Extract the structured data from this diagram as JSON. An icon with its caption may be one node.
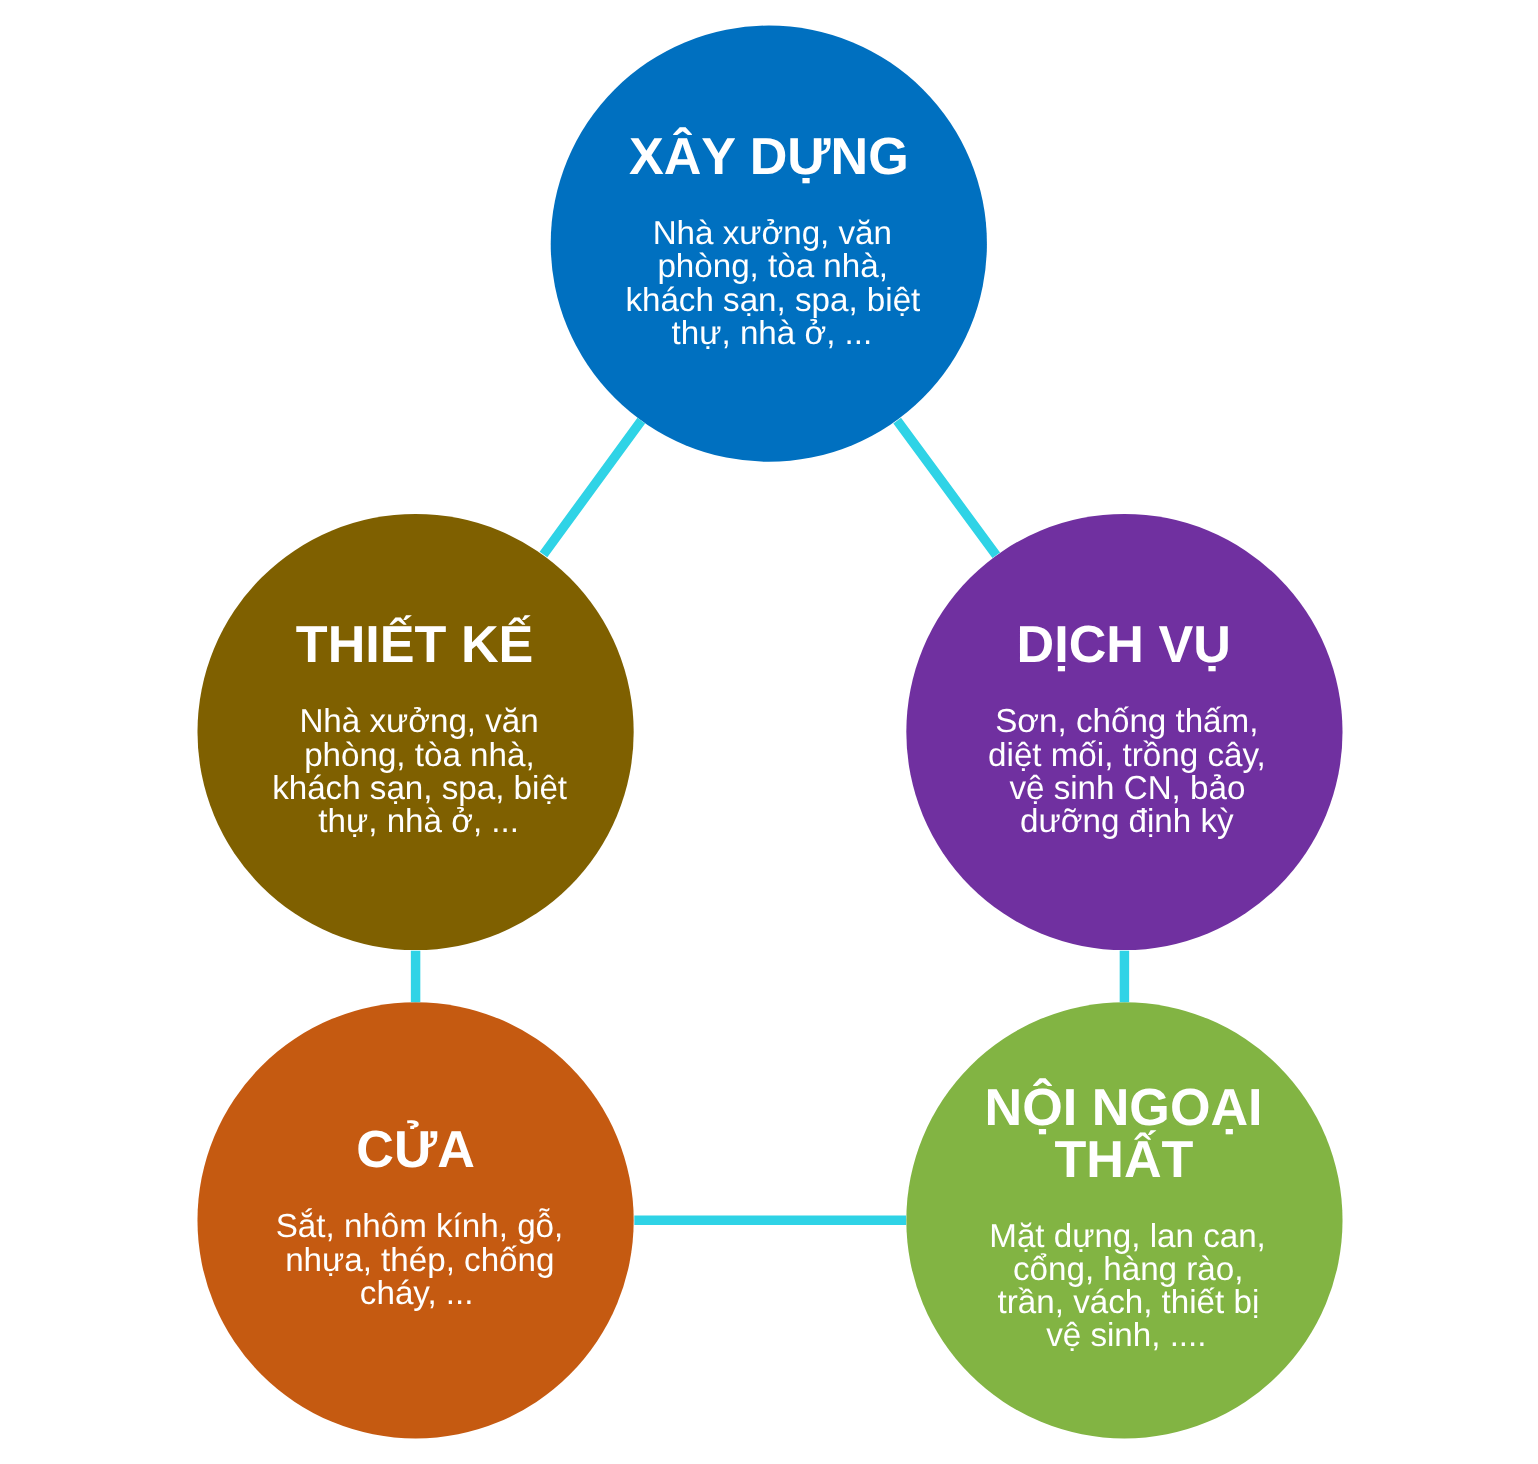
{
  "diagram": {
    "nodes": [
      {
        "text": [
          "XÂY DỰNG",
          "Nhà xưởng, văn phòng, tòa nhà, khách sạn, spa, biệt thự, nhà ở, ..."
        ]
      },
      {
        "text": [
          "THIẾT KẾ",
          "Nhà xưởng, văn phòng, tòa nhà, khách sạn, spa, biệt thự, nhà ở, ..."
        ]
      },
      {
        "text": [
          "DỊCH VỤ",
          "Sơn, chống thấm, diệt mối, trồng cây, vệ sinh CN, bảo dưỡng định kỳ"
        ]
      },
      {
        "text": [
          "CỬA",
          "Sắt, nhôm kính, gỗ, nhựa, thép, chống cháy, ..."
        ]
      },
      {
        "text": [
          "NỘI NGOẠI THẤT",
          "Mặt dựng, lan can, cổng, hàng rào, trần, vách, thiết bị vệ sinh, ...."
        ]
      }
    ],
    "edges": [
      {
        "from": 0,
        "to": 1,
        "arrow": "none"
      },
      {
        "from": 0,
        "to": 2,
        "arrow": "none"
      },
      {
        "from": 1,
        "to": 3,
        "arrow": "none"
      },
      {
        "from": 2,
        "to": 4,
        "arrow": "none"
      },
      {
        "from": 3,
        "to": 4,
        "arrow": "none"
      }
    ]
  }
}
